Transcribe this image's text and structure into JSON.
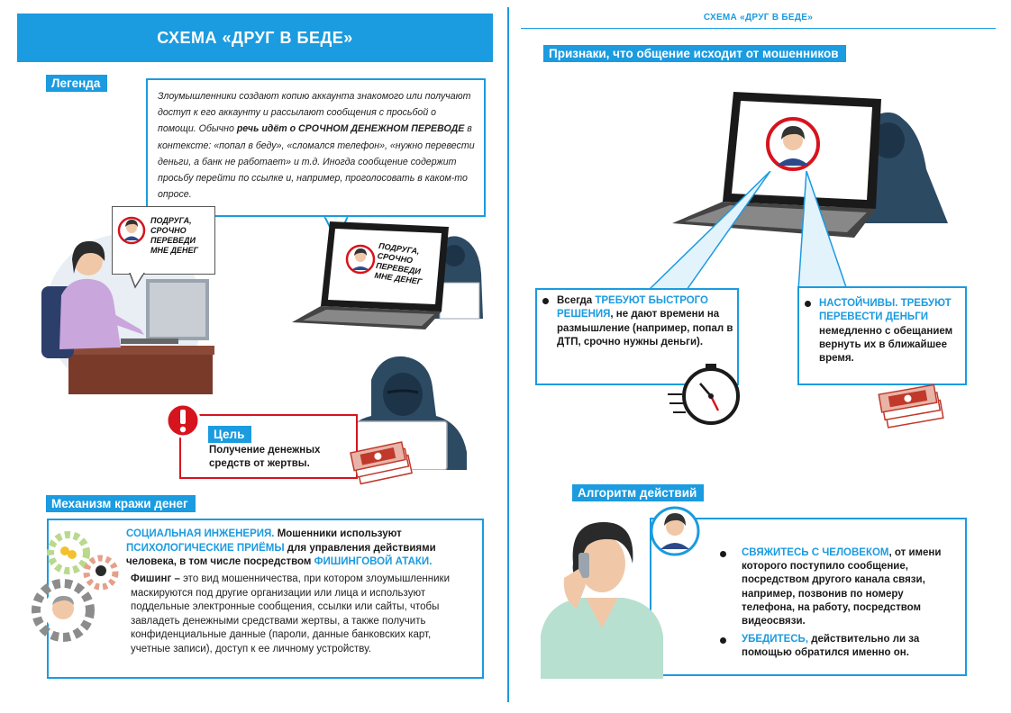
{
  "left": {
    "title": "СХЕМА «ДРУГ В БЕДЕ»",
    "legend": {
      "tag": "Легенда",
      "text_1": "Злоумышленники создают копию аккаунта знакомого или получают доступ к его аккаунту и рассылают сообщения с просьбой о помощи. Обычно ",
      "text_bold": "речь идёт о СРОЧНОМ ДЕНЕЖНОМ ПЕРЕВОДЕ",
      "text_2": " в контексте: «попал в беду», «сломался телефон», «нужно перевести деньги, а банк не работает» и т.д. Иногда сообщение содержит просьбу перейти по ссылке и, например, проголосовать в каком-то опросе."
    },
    "bubble_1": "ПОДРУГА, СРОЧНО ПЕРЕВЕДИ МНЕ ДЕНЕГ",
    "bubble_2": "ПОДРУГА, СРОЧНО ПЕРЕВЕДИ МНЕ ДЕНЕГ",
    "goal": {
      "tag": "Цель",
      "text": "Получение денежных средств от жертвы.",
      "icon": "exclamation-icon"
    },
    "mechanism": {
      "tag": "Механизм кражи денег",
      "intro_1": "СОЦИАЛЬНАЯ ИНЖЕНЕРИЯ.",
      "intro_2": " Мошенники используют ",
      "intro_3": "ПСИХОЛОГИЧЕСКИЕ ПРИЁМЫ",
      "intro_4": " для управления действиями человека, в том числе посредством ",
      "intro_5": "ФИШИНГОВОЙ АТАКИ.",
      "phishing_term": "Фишинг –",
      "phishing_text": " это вид мошенничества, при котором злоумышленники маскируются под другие организации или лица и используют поддельные электронные сообщения, ссылки или сайты, чтобы завладеть денежными средствами жертвы, а также получить конфиденциальные данные (пароли, данные банковских карт, учетные записи), доступ к ее личному устройству."
    }
  },
  "right": {
    "header": "СХЕМА «ДРУГ В БЕДЕ»",
    "signs": {
      "tag": "Признаки, что общение исходит от мошенников",
      "sign_1_a": "Всегда ",
      "sign_1_b": "ТРЕБУЮТ БЫСТРОГО РЕШЕНИЯ",
      "sign_1_c": ", не дают времени на размышление (например, попал в ДТП, срочно нужны деньги).",
      "sign_2_a": "НАСТОЙЧИВЫ. ТРЕБУЮТ ПЕРЕВЕСТИ ДЕНЬГИ",
      "sign_2_b": " немедленно с обещанием вернуть их в ближайшее время."
    },
    "algorithm": {
      "tag": "Алгоритм действий",
      "step_1_a": "СВЯЖИТЕСЬ С ЧЕЛОВЕКОМ",
      "step_1_b": ", от имени которого поступило сообщение, посредством другого канала связи, например, позвонив по номеру телефона, на работу, посредством видеосвязи.",
      "step_2_a": "УБЕДИТЕСЬ,",
      "step_2_b": " действительно ли за помощью обратился именно он."
    }
  },
  "colors": {
    "accent": "#1b9be0",
    "alert": "#d6141e",
    "hacker": "#2d4a63",
    "money": "#c0392b"
  }
}
